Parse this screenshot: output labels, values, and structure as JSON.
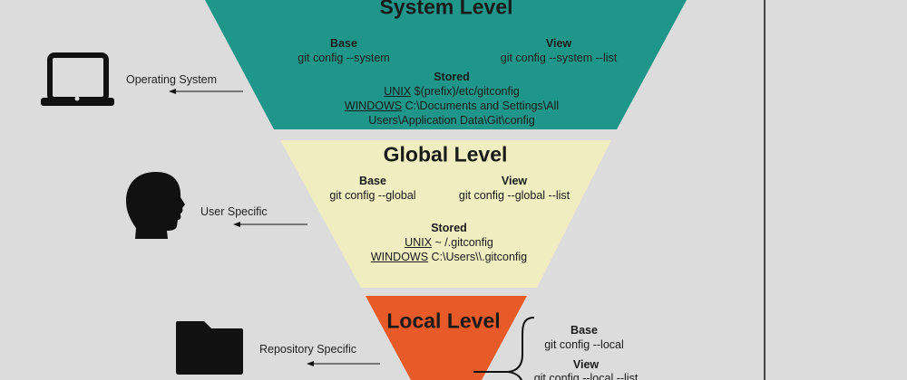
{
  "colors": {
    "background": "#dcdcdc",
    "system": "#1f968a",
    "global": "#f0edc1",
    "local": "#e85a27",
    "ink": "#111111"
  },
  "icons": {
    "system": "laptop-icon",
    "global": "head-icon",
    "local": "folder-icon"
  },
  "system": {
    "title": "System Level",
    "base_label": "Base",
    "base_cmd": "git config --system",
    "view_label": "View",
    "view_cmd": "git config --system --list",
    "stored_label": "Stored",
    "unix_label": "UNIX",
    "unix_path": "$(prefix)/etc/gitconfig",
    "windows_label": "WINDOWS",
    "windows_path_1": "C:\\Documents and Settings\\All",
    "windows_path_2": "Users\\Application Data\\Git\\config",
    "side_label": "Operating System"
  },
  "global": {
    "title": "Global Level",
    "base_label": "Base",
    "base_cmd": "git config --global",
    "view_label": "View",
    "view_cmd": "git config --global --list",
    "stored_label": "Stored",
    "unix_label": "UNIX",
    "unix_path": "~ /.gitconfig",
    "windows_label": "WINDOWS",
    "windows_path": "C:\\Users\\\\.gitconfig",
    "side_label": "User Specific"
  },
  "local": {
    "title": "Local Level",
    "base_label": "Base",
    "base_cmd": "git config --local",
    "view_label": "View",
    "view_cmd": "git config --local --list",
    "side_label": "Repository Specific"
  }
}
